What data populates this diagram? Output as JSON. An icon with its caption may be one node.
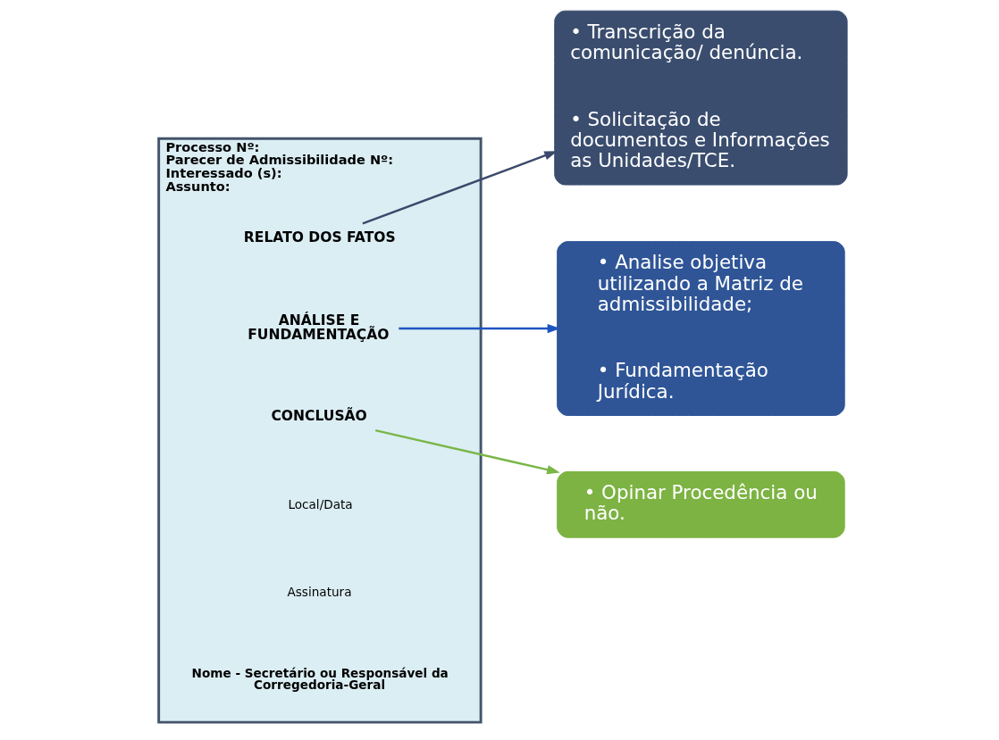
{
  "diagram": {
    "nodes": [
      {
        "text": [
          "Processo Nº:",
          "Parecer de Admissibilidade Nº:",
          "Interessado (s):",
          "Assunto:"
        ]
      },
      {
        "text": [
          "RELATO DOS FATOS"
        ],
        "in": 0
      },
      {
        "text": [
          "ANÁLISE E FUNDAMENTAÇÃO"
        ],
        "in": 0
      },
      {
        "text": [
          "CONCLUSÃO"
        ],
        "in": 0
      },
      {
        "text": [
          "• Transcrição da comunicação/ denúncia.",
          "• Solicitação de documentos e Informações as Unidades/TCE."
        ]
      },
      {
        "text": [
          "• Analise objetiva utilizando a Matriz de admissibilidade;",
          "• Fundamentação Jurídica."
        ]
      },
      {
        "text": [
          "• Opinar Procedência ou não."
        ]
      }
    ],
    "edges": [
      {
        "from": 1,
        "to": 4,
        "arrow": "to",
        "color": "#3b4a6b"
      },
      {
        "from": 2,
        "to": 5,
        "arrow": "to",
        "color": "#1f55c0"
      },
      {
        "from": 3,
        "to": 6,
        "arrow": "to",
        "color": "#7ab648"
      }
    ],
    "labels": [
      "Local/Data",
      "Assinatura",
      "Nome - Secretário ou Responsável da Corregedoria-Geral"
    ]
  }
}
